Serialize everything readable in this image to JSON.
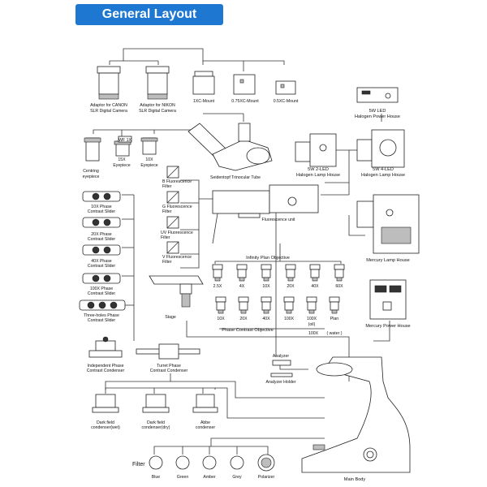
{
  "title": "General Layout Diagram",
  "labels": {
    "canon_adapter": [
      "Adaptor for CANON",
      "SLR Digital Camera"
    ],
    "nikon_adapter": [
      "Adaptor for NIKON",
      "SLR Digital Camera"
    ],
    "mount_1x": "1XC-Mount",
    "mount_075x": "0.75XC-Mount",
    "mount_05x": "0.5XC-Mount",
    "halogen_power": [
      "5W LED",
      "Halogen Power House"
    ],
    "centring_eyepiece": [
      "Centring",
      "eyepiece"
    ],
    "wf_badge": "WF 1X",
    "eyepiece_15x": [
      "15X",
      "Eyepiece"
    ],
    "eyepiece_10x": [
      "10X",
      "Eyepiece"
    ],
    "trinocular_tube": "Seidentopf Trinocular Tube",
    "led2_lamp": [
      "5W 2-LED",
      "Halogen Lamp House"
    ],
    "led4_lamp": [
      "5W 4-LED",
      "Halogen Lamp House"
    ],
    "slider_10x": [
      "10X Phase",
      "Contrast Slider"
    ],
    "slider_20x": [
      "20X Phase",
      "Contrast Slider"
    ],
    "slider_40x": [
      "40X Phase",
      "Contrast Slider"
    ],
    "slider_100x": [
      "100X Phase",
      "Contrast Slider"
    ],
    "slider_three": [
      "Three-holes Phase",
      "Contrast Slider"
    ],
    "filter_b": [
      "B Fluorescence",
      "Filter"
    ],
    "filter_g": [
      "G Fluorescence",
      "Filter"
    ],
    "filter_uv": [
      "UV Fluorescence",
      "Filter"
    ],
    "filter_v": [
      "V Fluorescence",
      "Filter"
    ],
    "fluorescence_unit": "Fluorescence unit",
    "mercury_lamp": "Mercury Lamp House",
    "infinity_plan": "Infinity Plan Objective",
    "plan_objectives": [
      "2.5X",
      "4X",
      "10X",
      "20X",
      "40X",
      "60X"
    ],
    "phase_objectives": [
      "10X",
      "20X",
      "40X",
      "100X",
      "100X",
      "Plan"
    ],
    "phase_objective_notes": [
      "",
      "",
      "",
      "",
      "(oil)",
      ""
    ],
    "phase_objective_note_b": "100X",
    "phase_objective_note_c": "( water )",
    "phase_contrast_objective": "Phase Contrast Objective",
    "stage": "Stage",
    "mercury_power": "Mercury Power House",
    "analyzer": "Analyzer",
    "analyzer_holder": "Analyzer Holder",
    "independent_condenser": [
      "Independent Phase",
      "Contrast Condenser"
    ],
    "turret_condenser": [
      "Turret Phase",
      "Contrast Condenser"
    ],
    "dark_wet": [
      "Dark field",
      "condenser(wet)"
    ],
    "dark_dry": [
      "Dark field",
      "condenser(dry)"
    ],
    "abbe": [
      "Abbe",
      "condenser"
    ],
    "filter_row": "Filter",
    "filter_colors": [
      "Blue",
      "Green",
      "Amber",
      "Grey",
      "Polarizer"
    ],
    "main_body": "Main Body"
  }
}
